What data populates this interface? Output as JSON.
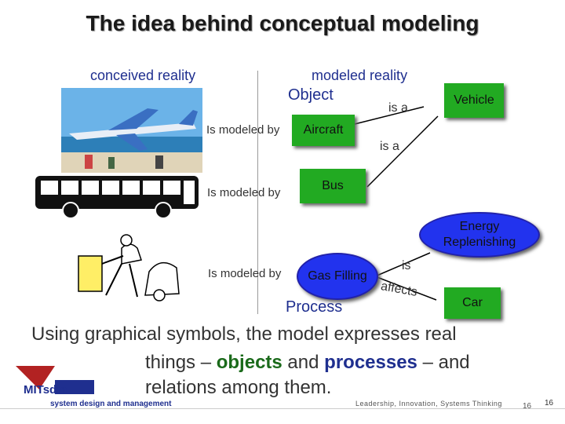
{
  "title": "The idea behind conceptual modeling",
  "columns": {
    "left": "conceived reality",
    "right": "modeled reality"
  },
  "labels": {
    "object": "Object",
    "process": "Process",
    "is_modeled_by_1": "Is modeled by",
    "is_modeled_by_2": "Is modeled by",
    "is_modeled_by_3": "Is modeled by",
    "is_a_1": "is a",
    "is_a_2": "is a",
    "is": "is",
    "affects": "affects"
  },
  "nodes": {
    "vehicle": "Vehicle",
    "aircraft": "Aircraft",
    "bus": "Bus",
    "energy_line1": "Energy",
    "energy_line2": "Replenishing",
    "gas_filling": "Gas Filling",
    "car": "Car"
  },
  "caption": {
    "line1": "Using graphical symbols, the model expresses real",
    "line2_pre": "things – ",
    "objects": "objects",
    "and": " and ",
    "processes": "processes",
    "line2_post": " – and",
    "line3": "relations among them."
  },
  "footer": {
    "logo_text": "MITsdm",
    "logo_sub": "system design and management",
    "tagline": "Leadership, Innovation, Systems Thinking",
    "page_a": "16",
    "page_b": "16"
  },
  "colors": {
    "object_green": "#22aa22",
    "process_blue": "#2233ee",
    "accent_red": "#b22222"
  }
}
